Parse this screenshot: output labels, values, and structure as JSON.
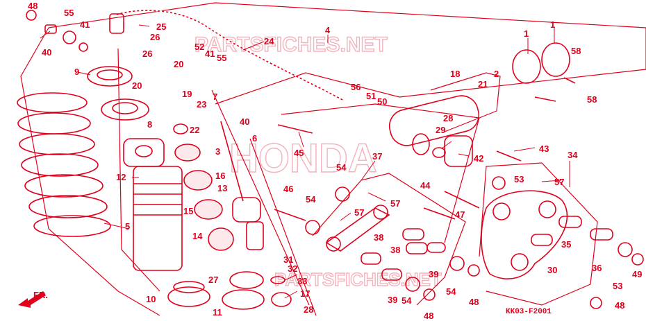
{
  "watermark_top": "PARTSFICHES.NET",
  "watermark_center": "HONDA",
  "watermark_bottom": "PARTSFICHES.NET",
  "diagram_code": "KK03-F2001",
  "direction_label": "FR.",
  "callouts": {
    "c1a": "1",
    "c1b": "1",
    "c2": "2",
    "c3": "3",
    "c4": "4",
    "c5": "5",
    "c6": "6",
    "c7": "7",
    "c8": "8",
    "c9": "9",
    "c10": "10",
    "c11": "11",
    "c12": "12",
    "c13": "13",
    "c14": "14",
    "c15": "15",
    "c16": "16",
    "c17": "17",
    "c18": "18",
    "c19": "19",
    "c20a": "20",
    "c20b": "20",
    "c21": "21",
    "c22": "22",
    "c23": "23",
    "c24": "24",
    "c25": "25",
    "c26a": "26",
    "c26b": "26",
    "c27": "27",
    "c28a": "28",
    "c28b": "28",
    "c29": "29",
    "c30": "30",
    "c31": "31",
    "c32": "32",
    "c33": "33",
    "c34": "34",
    "c35": "35",
    "c36": "36",
    "c37": "37",
    "c38a": "38",
    "c38b": "38",
    "c39a": "39",
    "c39b": "39",
    "c40a": "40",
    "c40b": "40",
    "c41a": "41",
    "c41b": "41",
    "c42": "42",
    "c43": "43",
    "c44": "44",
    "c45": "45",
    "c46": "46",
    "c47": "47",
    "c48a": "48",
    "c48b": "48",
    "c48c": "48",
    "c48d": "48",
    "c49": "49",
    "c50": "50",
    "c51": "51",
    "c52": "52",
    "c53a": "53",
    "c53b": "53",
    "c54a": "54",
    "c54b": "54",
    "c54c": "54",
    "c54d": "54",
    "c55a": "55",
    "c55b": "55",
    "c56": "56",
    "c57a": "57",
    "c57b": "57",
    "c57c": "57",
    "c58a": "58",
    "c58b": "58"
  },
  "colors": {
    "ink": "#e0001b",
    "watermark": "#f3b3bb",
    "fill": "#fde9ec"
  }
}
